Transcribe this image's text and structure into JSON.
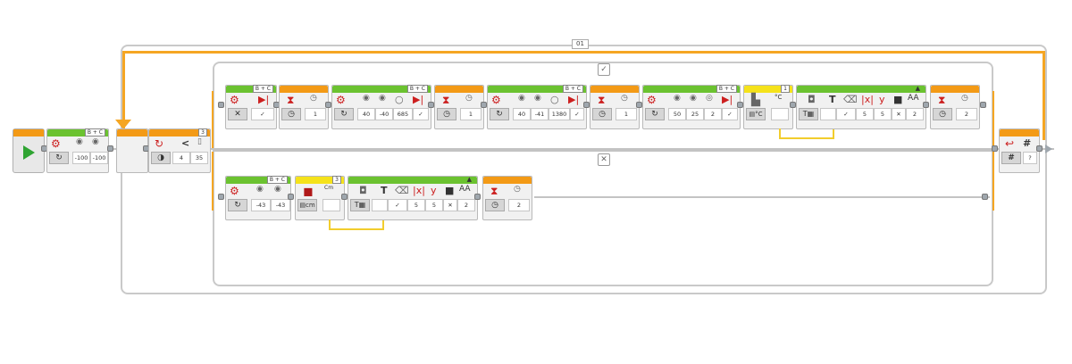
{
  "loop": {
    "label": "01"
  },
  "case_true": "✓",
  "case_false": "✕",
  "switch_block": {
    "header": "3",
    "operator": "<",
    "threshold_port": "4",
    "value": "35"
  },
  "start_move": {
    "header": "B + C",
    "p1": "-100",
    "p2": "-100"
  },
  "top": {
    "b1": {
      "header": "B + C"
    },
    "b2": {
      "value": "1"
    },
    "b3": {
      "header": "B + C",
      "v1": "40",
      "v2": "-40",
      "v3": "685"
    },
    "b4": {
      "value": "1"
    },
    "b5": {
      "header": "B + C",
      "v1": "40",
      "v2": "-41",
      "v3": "1380"
    },
    "b6": {
      "value": "1"
    },
    "b7": {
      "header": "B + C",
      "v1": "50",
      "v2": "25",
      "v3": "2"
    },
    "b8": {
      "header": "1",
      "unit": "°C"
    },
    "b9": {
      "v1": "5",
      "v2": "5",
      "v3": "2"
    },
    "b10": {
      "value": "2"
    }
  },
  "bottom": {
    "b1": {
      "header": "B + C",
      "v1": "-43",
      "v2": "-43"
    },
    "b2": {
      "header": "3",
      "unit": "Cm"
    },
    "b3": {
      "v1": "5",
      "v2": "5",
      "v3": "2"
    },
    "b4": {
      "value": "2"
    }
  },
  "loop_interrupt": {
    "value": "?"
  },
  "colors": {
    "green": "#6bc230",
    "orange": "#f39a16",
    "yellow": "#f5e21b",
    "wire": "#f5a623"
  }
}
